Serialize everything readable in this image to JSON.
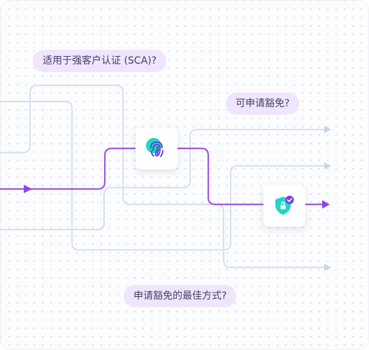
{
  "questions": {
    "sca": "适用于强客户认证 (SCA)?",
    "exemption": "可申请豁免?",
    "best_method": "申请豁免的最佳方式?"
  },
  "icons": {
    "authentication": "fingerprint-icon",
    "exemption": "shield-lock-check-icon"
  },
  "colors": {
    "active_path": "#9a5ae6",
    "inactive_path": "#d6e0ec",
    "inactive_arrow": "#c4d4e6",
    "pill_bg": "#efe6fd",
    "accent_teal": "#1fd6c7",
    "accent_purple": "#7b3fe4"
  }
}
